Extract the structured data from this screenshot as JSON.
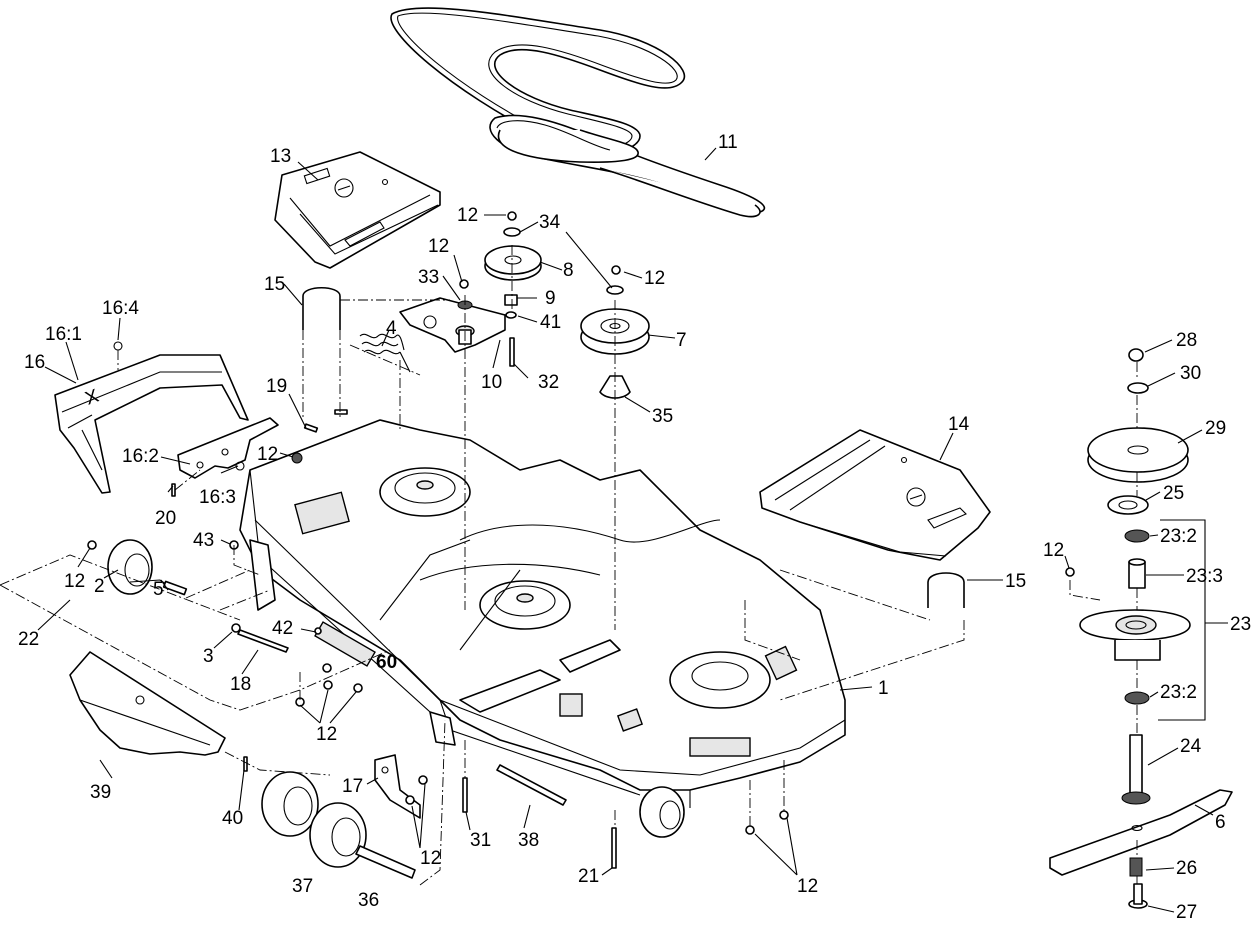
{
  "labels": {
    "l11": "11",
    "l13": "13",
    "l12a": "12",
    "l34": "34",
    "l12b": "12",
    "l8": "8",
    "l12c": "12",
    "l33": "33",
    "l9": "9",
    "l41": "41",
    "l7": "7",
    "l15a": "15",
    "l4": "4",
    "l10": "10",
    "l32": "32",
    "l35": "35",
    "l16_4": "16:4",
    "l16_1": "16:1",
    "l16": "16",
    "l19": "19",
    "l14": "14",
    "l28": "28",
    "l30": "30",
    "l29": "29",
    "l16_2": "16:2",
    "l12d": "12",
    "l16_3": "16:3",
    "l20": "20",
    "l25": "25",
    "l23_2a": "23:2",
    "l43": "43",
    "l12e": "12",
    "l23_3": "23:3",
    "l12f": "12",
    "l15b": "15",
    "l23": "23",
    "l2": "2",
    "l5": "5",
    "l22": "22",
    "l3": "3",
    "l42": "42",
    "l18": "18",
    "l1": "1",
    "l12g": "12",
    "l23_2b": "23:2",
    "l24": "24",
    "l39": "39",
    "l17": "17",
    "l40": "40",
    "l31": "31",
    "l38": "38",
    "l6": "6",
    "l12h": "12",
    "l26": "26",
    "l21": "21",
    "l12i": "12",
    "l37": "37",
    "l36": "36",
    "l27": "27"
  },
  "decals": {
    "deck_badge": "60"
  }
}
